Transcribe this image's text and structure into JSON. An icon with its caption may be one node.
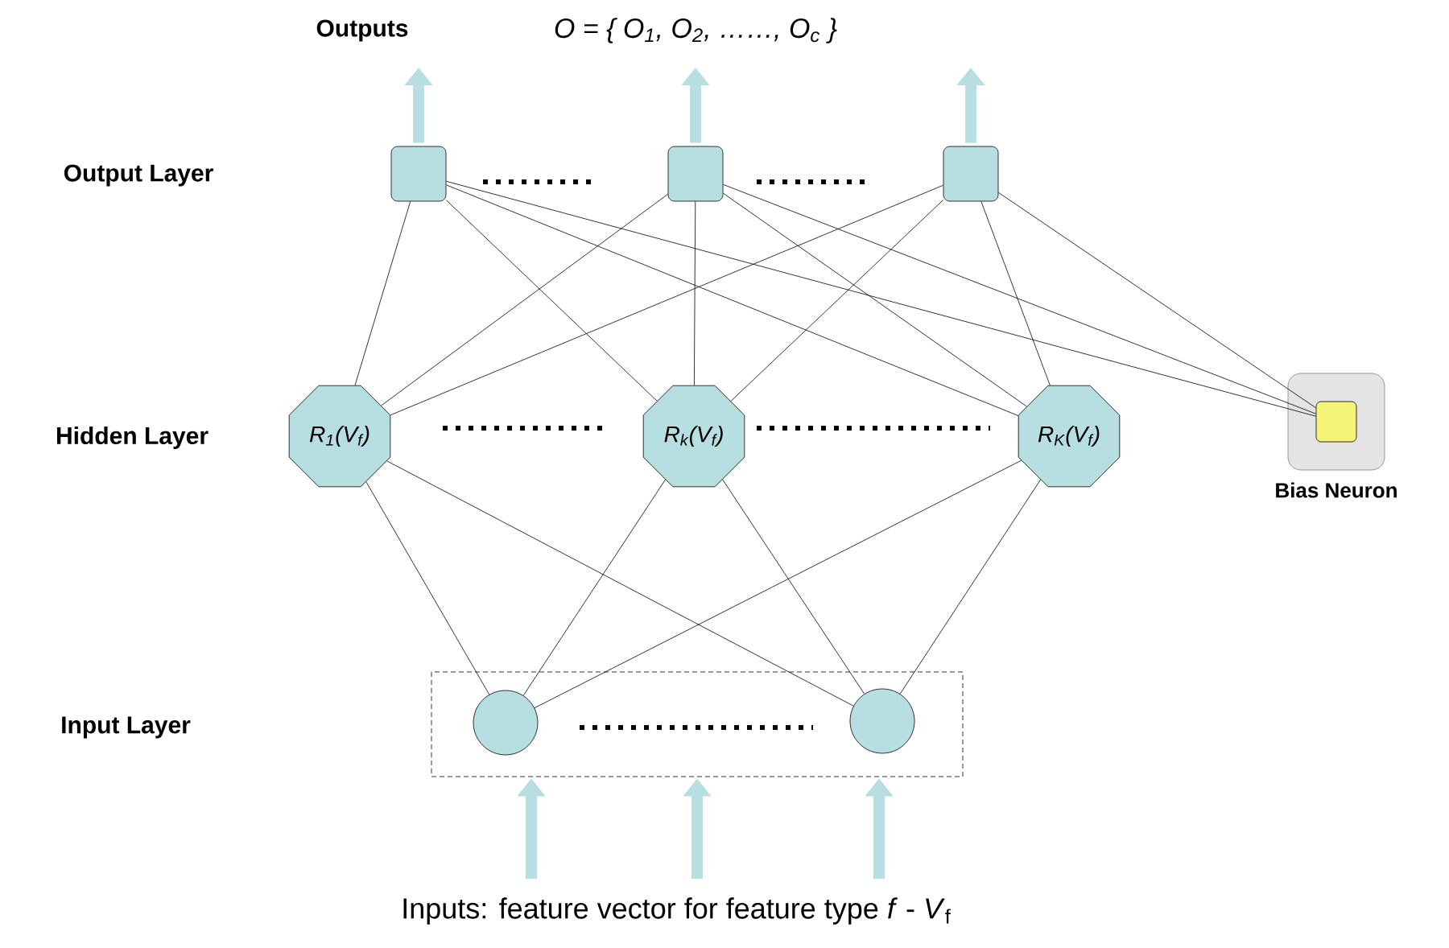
{
  "diagram": {
    "nodes": [
      {
        "text": [],
        "shape": "box"
      },
      {
        "text": [],
        "shape": "box"
      },
      {
        "text": [],
        "shape": "box"
      },
      {
        "text": [
          "R$_{1}$(V$_{f}$)"
        ]
      },
      {
        "text": [
          "R$_{k}$(V$_{f}$)"
        ]
      },
      {
        "text": [
          "R$_{K}$(V$_{f}$)"
        ]
      },
      {
        "text": [
          "Bias Neuron"
        ]
      },
      {
        "text": [],
        "shape": "box",
        "in": 6
      },
      {
        "text": [],
        "shape": "box"
      },
      {
        "text": [],
        "shape": "circle",
        "in": 8
      },
      {
        "text": [],
        "shape": "circle",
        "in": 8
      }
    ],
    "edges": [
      {
        "from": 0,
        "to": 3,
        "arrow": "none"
      },
      {
        "from": 0,
        "to": 4,
        "arrow": "none"
      },
      {
        "from": 0,
        "to": 5,
        "arrow": "none"
      },
      {
        "from": 1,
        "to": 3,
        "arrow": "none"
      },
      {
        "from": 1,
        "to": 4,
        "arrow": "none"
      },
      {
        "from": 1,
        "to": 5,
        "arrow": "none"
      },
      {
        "from": 2,
        "to": 3,
        "arrow": "none"
      },
      {
        "from": 2,
        "to": 4,
        "arrow": "none"
      },
      {
        "from": 2,
        "to": 5,
        "arrow": "none"
      },
      {
        "from": 0,
        "to": 7,
        "arrow": "none"
      },
      {
        "from": 1,
        "to": 7,
        "arrow": "none"
      },
      {
        "from": 2,
        "to": 7,
        "arrow": "none"
      },
      {
        "from": 9,
        "to": 3,
        "arrow": "none"
      },
      {
        "from": 9,
        "to": 4,
        "arrow": "none"
      },
      {
        "from": 9,
        "to": 5,
        "arrow": "none"
      },
      {
        "from": 10,
        "to": 3,
        "arrow": "none"
      },
      {
        "from": 10,
        "to": 4,
        "arrow": "none"
      },
      {
        "from": 10,
        "to": 5,
        "arrow": "none"
      },
      {
        "from": 0,
        "to": null,
        "arrow": "to",
        "style": "thick",
        "color": "#b7dfe2"
      },
      {
        "from": 1,
        "to": null,
        "arrow": "to",
        "style": "thick",
        "color": "#b7dfe2"
      },
      {
        "from": 2,
        "to": null,
        "arrow": "to",
        "style": "thick",
        "color": "#b7dfe2"
      },
      {
        "from": null,
        "to": 8,
        "arrow": "to",
        "style": "thick",
        "color": "#b7dfe2"
      },
      {
        "from": null,
        "to": 8,
        "arrow": "to",
        "style": "thick",
        "color": "#b7dfe2"
      },
      {
        "from": null,
        "to": 8,
        "arrow": "to",
        "style": "thick",
        "color": "#b7dfe2"
      }
    ],
    "labels": [
      "Outputs",
      "O = { O$_{1}$, O$_{2}$, ……, O$_{c}$ }",
      "Output Layer",
      "Hidden Layer",
      "Input Layer",
      "Inputs: feature vector for feature type *f* - *V*$_{f}$"
    ]
  }
}
